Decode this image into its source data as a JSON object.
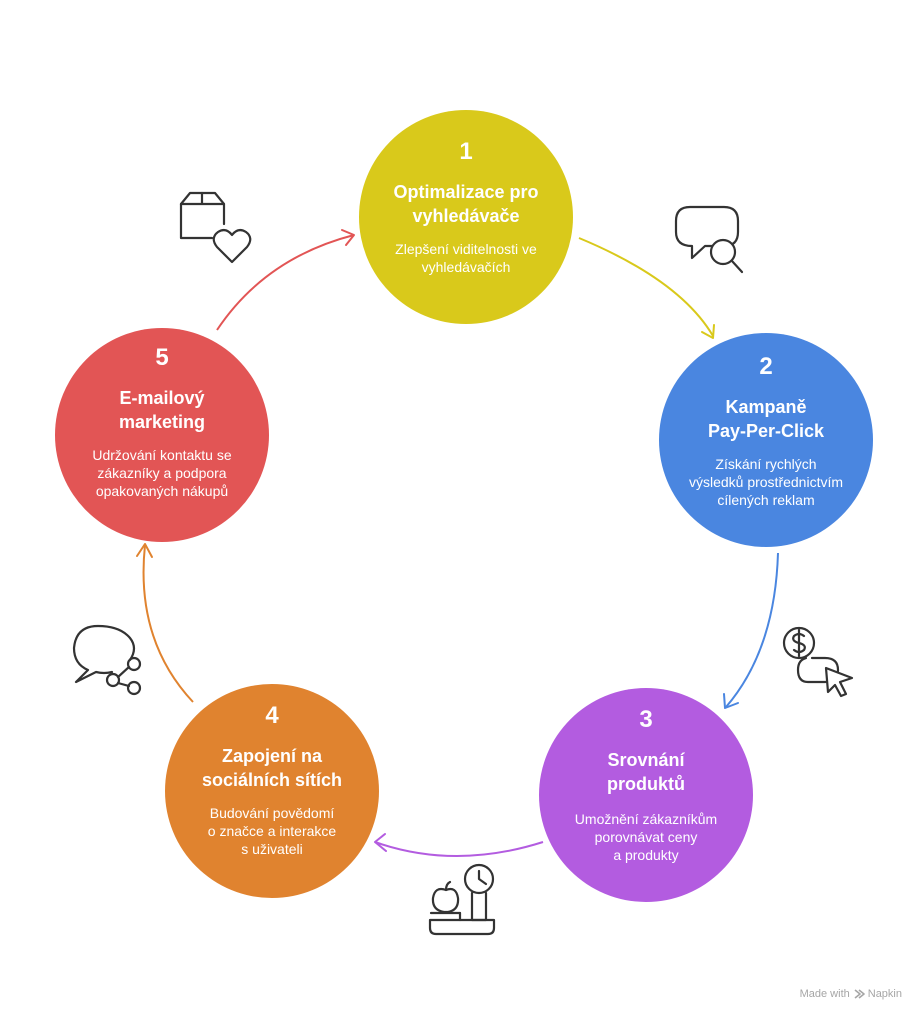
{
  "steps": [
    {
      "number": "1",
      "title": "Optimalizace pro\nvyhledávače",
      "description": "Zlepšení viditelnosti ve\nvyhledávačích",
      "color": "#D9C91B",
      "icon": "chat-search-icon"
    },
    {
      "number": "2",
      "title": "Kampaně\nPay-Per-Click",
      "description": "Získání rychlých\nvýsledků prostřednictvím\ncílených reklam",
      "color": "#4A86E0",
      "icon": "dollar-cursor-icon"
    },
    {
      "number": "3",
      "title": "Srovnání\nproduktů",
      "description": "Umožnění zákazníkům\nporovnávat ceny\na produkty",
      "color": "#B35CE0",
      "icon": "scale-apple-icon"
    },
    {
      "number": "4",
      "title": "Zapojení na\nsociálních sítích",
      "description": "Budování povědomí\no značce a interakce\ns uživateli",
      "color": "#E0832F",
      "icon": "chat-share-icon"
    },
    {
      "number": "5",
      "title": "E-mailový\nmarketing",
      "description": "Udržování kontaktu se\nzákazníky a podpora\nopakovaných nákupů",
      "color": "#E25555",
      "icon": "box-heart-icon"
    }
  ],
  "footer": {
    "made_with": "Made with",
    "brand": "Napkin"
  }
}
